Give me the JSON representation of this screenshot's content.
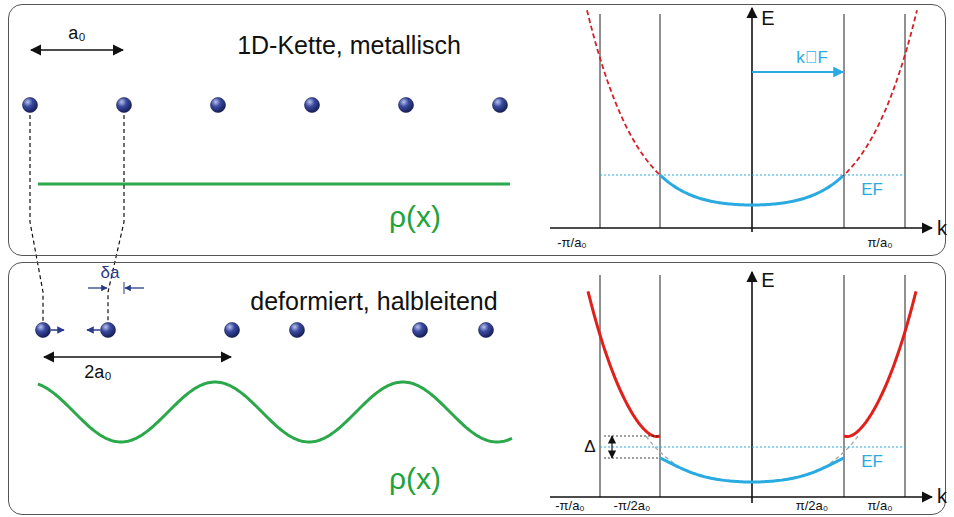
{
  "diagram": {
    "nodes": [
      {
        "text": [
          "1D-Kette, metallisch"
        ]
      },
      {
        "text": [
          "deformiert, halbleitend"
        ]
      }
    ],
    "labels": [
      "a₀",
      "ρ(x)",
      "E",
      "k⃗F",
      "EF",
      "-π/a₀",
      "π/a₀",
      "k",
      "δa",
      "2a₀",
      "ρ(x)",
      "E",
      "Δ",
      "EF",
      "-π/a₀",
      "-π/2a₀",
      "π/2a₀",
      "π/a₀",
      "k"
    ]
  }
}
